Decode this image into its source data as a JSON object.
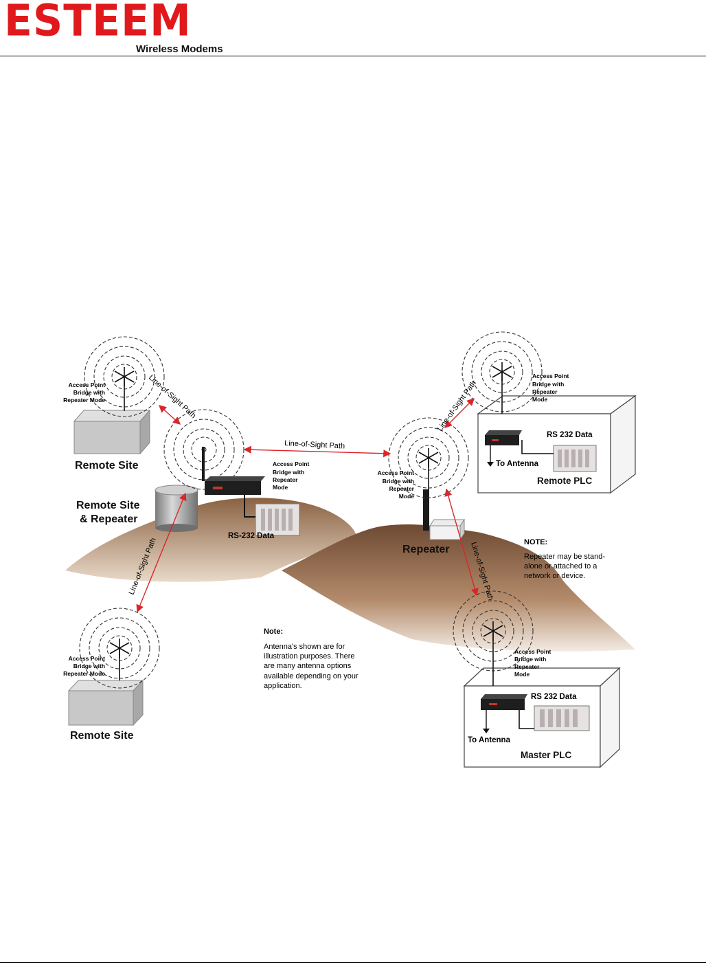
{
  "header": {
    "logo_text": "ESTEEM",
    "logo_subtitle": "Wireless Modems",
    "brand_color": "#e0191d"
  },
  "diagram": {
    "sites": {
      "remote_site_top": "Remote Site",
      "remote_site_repeater_line1": "Remote Site",
      "remote_site_repeater_line2": "& Repeater",
      "remote_site_bottom": "Remote Site",
      "repeater": "Repeater",
      "remote_plc": "Remote PLC",
      "master_plc": "Master PLC"
    },
    "ap_labels": {
      "top_left": [
        "Access Point",
        "Bridge with",
        "Repeater Mode"
      ],
      "center_left": [
        "Access Point",
        "Bridge with",
        "Repeater",
        "Mode"
      ],
      "center_right": [
        "Access Point",
        "Bridge with",
        "Repeater",
        "Mode"
      ],
      "top_right": [
        "Access Point",
        "Bridge with",
        "Repeater",
        "Mode"
      ],
      "bottom_left": [
        "Access Point",
        "Bridge with",
        "Repeater Mode"
      ],
      "bottom_right": [
        "Access Point",
        "Bridge with",
        "Repeater",
        "Mode"
      ]
    },
    "paths": {
      "los": "Line-of-Sight Path"
    },
    "data_labels": {
      "rs232_center": "RS-232 Data",
      "rs232_remote": "RS 232 Data",
      "rs232_master": "RS 232 Data",
      "to_antenna_remote": "To Antenna",
      "to_antenna_master": "To Antenna"
    },
    "note_repeater": {
      "title": "NOTE:",
      "lines": [
        "Repeater may be stand-",
        "alone or attached to a",
        "network or device."
      ]
    },
    "note_antenna": {
      "title": "Note:",
      "lines": [
        "Antenna's shown are for",
        "illustration purposes.  There",
        "are many antenna options",
        "available depending on your",
        "application."
      ]
    },
    "colors": {
      "arrow": "#d9262b",
      "hill_dark": "#6e4a33",
      "hill_light": "#c9a27d",
      "box_gray": "#c8c8c8",
      "modem": "#1e1e1e"
    }
  }
}
